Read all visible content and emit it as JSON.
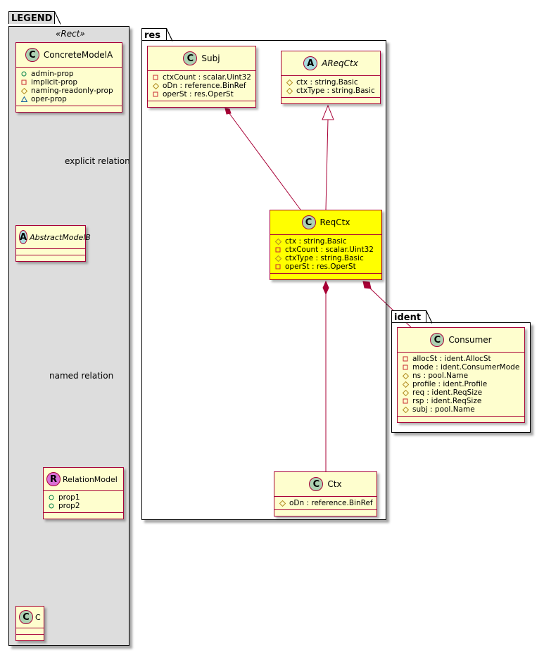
{
  "legend": {
    "package_name": "LEGEND",
    "stereotype": "«Rect»",
    "concrete_model": {
      "name": "ConcreteModelA",
      "spot": "C",
      "fields": [
        {
          "visibility": "public",
          "icon": "circle-icon",
          "text": "admin-prop"
        },
        {
          "visibility": "private",
          "icon": "square-icon",
          "text": "implicit-prop"
        },
        {
          "visibility": "protected",
          "icon": "diamond-icon",
          "text": "naming-readonly-prop"
        },
        {
          "visibility": "package",
          "icon": "triangle-icon",
          "text": "oper-prop"
        }
      ]
    },
    "abstract_model": {
      "name": "AbstractModelB",
      "spot": "A"
    },
    "relation_model": {
      "name": "RelationModel",
      "spot": "R",
      "fields": [
        {
          "visibility": "public",
          "icon": "circle-icon",
          "text": "prop1"
        },
        {
          "visibility": "public",
          "icon": "circle-icon",
          "text": "prop2"
        }
      ]
    },
    "c_model": {
      "name": "C",
      "spot": "C"
    },
    "explicit_relation_label": "explicit relation",
    "named_relation_label": "named relation"
  },
  "res": {
    "package_name": "res",
    "subj": {
      "name": "Subj",
      "spot": "C",
      "fields": [
        {
          "visibility": "private",
          "text": "ctxCount : scalar.Uint32"
        },
        {
          "visibility": "protected",
          "text": "oDn : reference.BinRef"
        },
        {
          "visibility": "private",
          "text": "operSt : res.OperSt"
        }
      ]
    },
    "areqctx": {
      "name": "AReqCtx",
      "spot": "A",
      "fields": [
        {
          "visibility": "protected",
          "text": "ctx : string.Basic"
        },
        {
          "visibility": "protected",
          "text": "ctxType : string.Basic"
        }
      ]
    },
    "reqctx": {
      "name": "ReqCtx",
      "spot": "C",
      "fields": [
        {
          "visibility": "protected",
          "text": "ctx : string.Basic"
        },
        {
          "visibility": "private",
          "text": "ctxCount : scalar.Uint32"
        },
        {
          "visibility": "protected",
          "text": "ctxType : string.Basic"
        },
        {
          "visibility": "private",
          "text": "operSt : res.OperSt"
        }
      ]
    },
    "ctx": {
      "name": "Ctx",
      "spot": "C",
      "fields": [
        {
          "visibility": "protected",
          "text": "oDn : reference.BinRef"
        }
      ]
    }
  },
  "ident": {
    "package_name": "ident",
    "consumer": {
      "name": "Consumer",
      "spot": "C",
      "fields": [
        {
          "visibility": "private",
          "text": "allocSt : ident.AllocSt"
        },
        {
          "visibility": "private",
          "text": "mode : ident.ConsumerMode"
        },
        {
          "visibility": "protected",
          "text": "ns : pool.Name"
        },
        {
          "visibility": "protected",
          "text": "profile : ident.Profile"
        },
        {
          "visibility": "protected",
          "text": "req : ident.ReqSize"
        },
        {
          "visibility": "private",
          "text": "rsp : ident.ReqSize"
        },
        {
          "visibility": "protected",
          "text": "subj : pool.Name"
        }
      ]
    }
  },
  "colors": {
    "border": "#a80036",
    "class_fill": "#fefece",
    "highlight_fill": "#ffff00",
    "legend_fill": "#dddddd",
    "public": "#038048",
    "private": "#c82930",
    "protected": "#b38d22",
    "package": "#1963a0"
  }
}
